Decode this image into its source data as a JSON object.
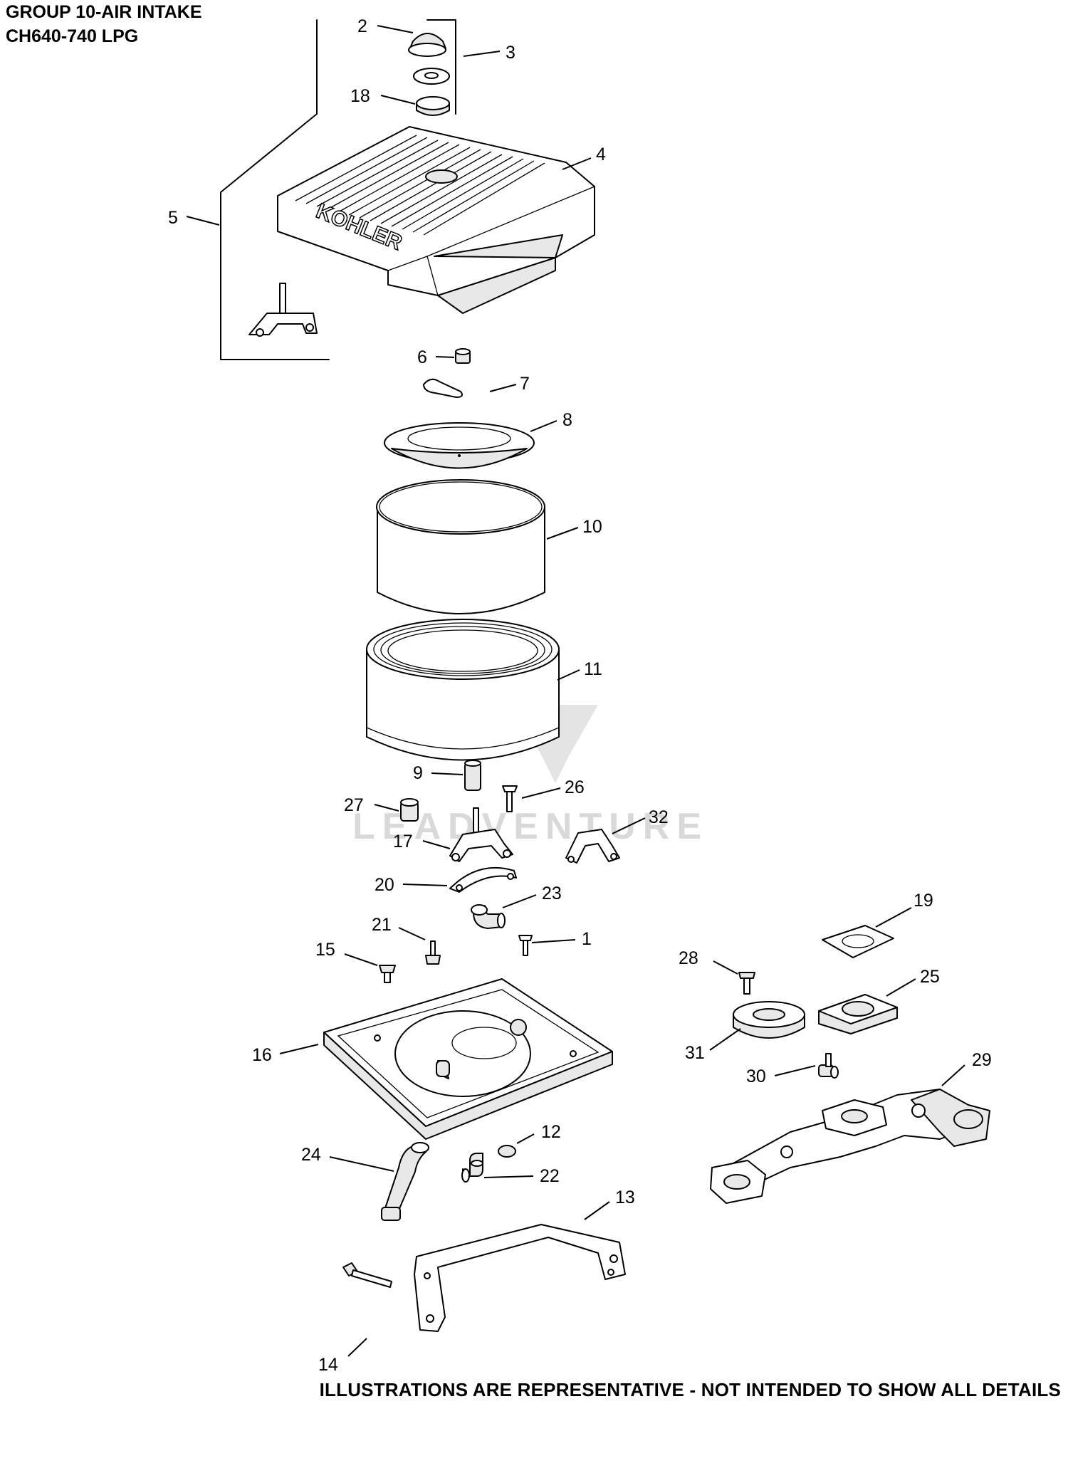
{
  "header": {
    "line1": "GROUP 10-AIR INTAKE",
    "line2": "CH640-740 LPG"
  },
  "footer": {
    "note": "ILLUSTRATIONS ARE REPRESENTATIVE - NOT INTENDED TO SHOW ALL DETAILS"
  },
  "watermark": {
    "text": "LEADVENTURE"
  },
  "cover_brand": "KOHLER",
  "callouts": [
    "1",
    "2",
    "3",
    "4",
    "5",
    "6",
    "7",
    "8",
    "9",
    "10",
    "11",
    "12",
    "13",
    "14",
    "15",
    "16",
    "17",
    "18",
    "19",
    "20",
    "21",
    "22",
    "23",
    "24",
    "25",
    "26",
    "27",
    "28",
    "29",
    "30",
    "31",
    "32"
  ]
}
